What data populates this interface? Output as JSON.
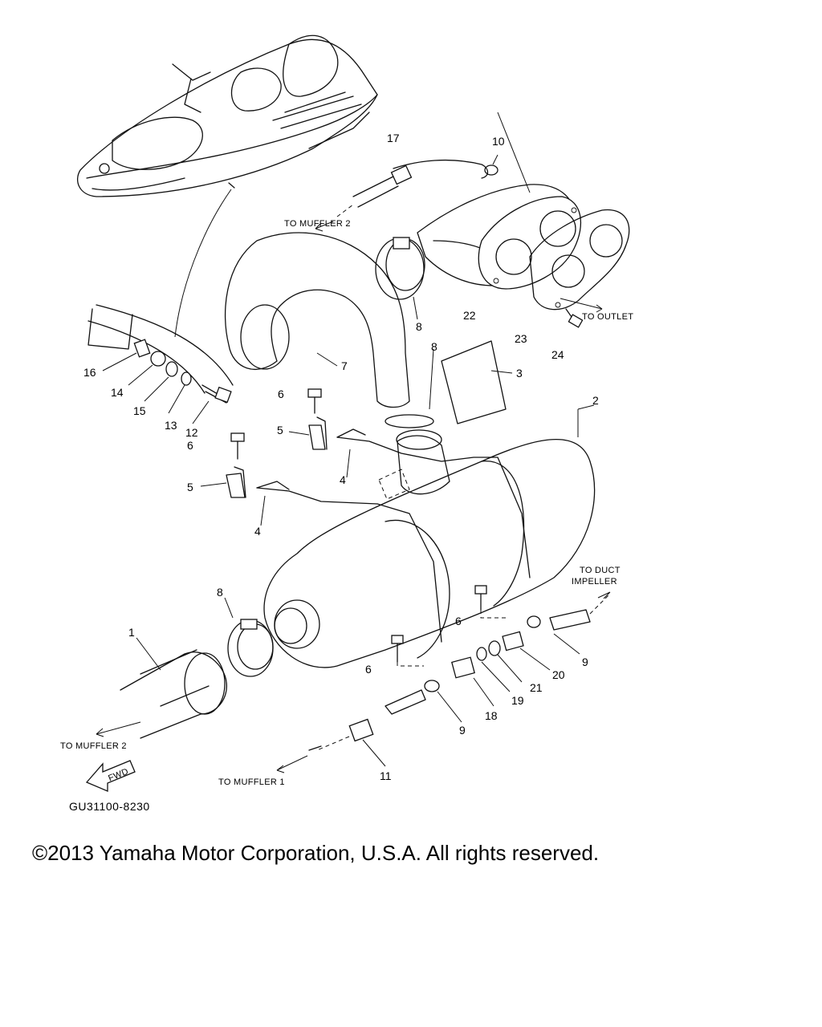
{
  "callouts": [
    {
      "id": "1",
      "text": "1"
    },
    {
      "id": "2",
      "text": "2"
    },
    {
      "id": "3",
      "text": "3"
    },
    {
      "id": "4a",
      "text": "4"
    },
    {
      "id": "4b",
      "text": "4"
    },
    {
      "id": "5a",
      "text": "5"
    },
    {
      "id": "5b",
      "text": "5"
    },
    {
      "id": "6a",
      "text": "6"
    },
    {
      "id": "6b",
      "text": "6"
    },
    {
      "id": "6c",
      "text": "6"
    },
    {
      "id": "6d",
      "text": "6"
    },
    {
      "id": "7",
      "text": "7"
    },
    {
      "id": "8a",
      "text": "8"
    },
    {
      "id": "8b",
      "text": "8"
    },
    {
      "id": "8c",
      "text": "8"
    },
    {
      "id": "9a",
      "text": "9"
    },
    {
      "id": "9b",
      "text": "9"
    },
    {
      "id": "10",
      "text": "10"
    },
    {
      "id": "11",
      "text": "11"
    },
    {
      "id": "12",
      "text": "12"
    },
    {
      "id": "13",
      "text": "13"
    },
    {
      "id": "14",
      "text": "14"
    },
    {
      "id": "15",
      "text": "15"
    },
    {
      "id": "16",
      "text": "16"
    },
    {
      "id": "17",
      "text": "17"
    },
    {
      "id": "18",
      "text": "18"
    },
    {
      "id": "19",
      "text": "19"
    },
    {
      "id": "20",
      "text": "20"
    },
    {
      "id": "21",
      "text": "21"
    },
    {
      "id": "22",
      "text": "22"
    },
    {
      "id": "23",
      "text": "23"
    },
    {
      "id": "24",
      "text": "24"
    }
  ],
  "destinations": {
    "muffler2_top": "TO MUFFLER 2",
    "outlet": "TO OUTLET",
    "duct_line1": "TO DUCT",
    "duct_line2": "IMPELLER",
    "muffler2_bottom": "TO MUFFLER 2",
    "muffler1": "TO MUFFLER 1"
  },
  "fwd_badge": "FWD",
  "diagram_code": "GU31100-8230",
  "copyright": "©2013 Yamaha Motor Corporation, U.S.A. All rights reserved."
}
